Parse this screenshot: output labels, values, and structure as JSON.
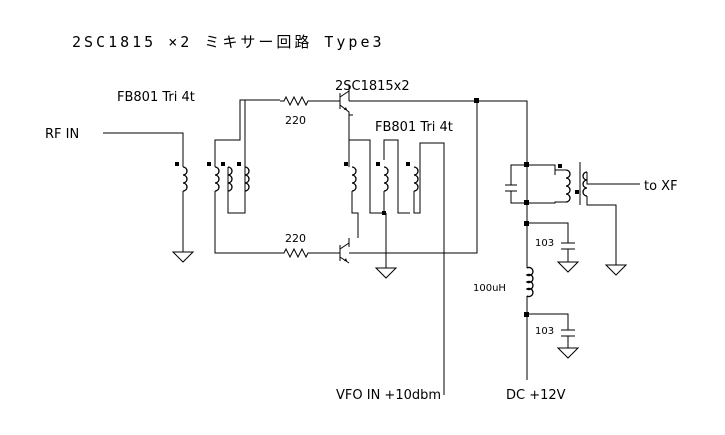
{
  "title": "2SC1815 ×2 ミキサー回路 Type3",
  "labels": {
    "fb801_left": "FB801 Tri 4t",
    "fb801_right": "FB801 Tri 4t",
    "transistor": "2SC1815x2",
    "rf_in": "RF IN",
    "to_xf": "to XF",
    "vfo_in": "VFO IN +10dbm",
    "dc": "DC +12V",
    "r_top": "220",
    "r_bottom": "220",
    "cap_top": "103",
    "cap_bottom": "103",
    "inductor": "100uH"
  }
}
